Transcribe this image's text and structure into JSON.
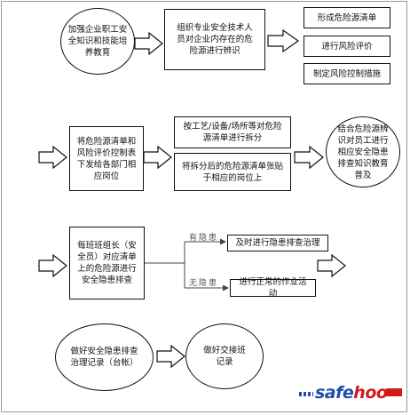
{
  "nodes": {
    "training": "加强企业职工安全知识和技能培养教育",
    "identify": "组织专业安全技术人员对企业内存在的危险源进行辨识",
    "form_list": "形成危险源清单",
    "risk_eval": "进行风险评价",
    "risk_measures": "制定风险控制措施",
    "send_list": "将危险源清单和风险评价控制表下发给各部门相应岗位",
    "split_list": "按工艺/设备/场所等对危险源清单进行拆分",
    "post_list": "将拆分后的危险源清单张贴于相应的岗位上",
    "staff_education": "结合危险源辨识对员工进行相应安全隐患排查知识教育普及",
    "shift_check": "每班班组长（安全员）对应清单上的危险源进行安全隐患排查",
    "fix_hazard": "及时进行隐患排查治理",
    "normal_work": "进行正常的作业活动",
    "record_ledger": "做好安全隐患排查治理记录（台帐）",
    "handover": "做好交接班记录"
  },
  "labels": {
    "has_hazard": "有隐患",
    "no_hazard": "无隐患"
  },
  "logo": {
    "text_main": "safe",
    "text_accent": "hoo"
  }
}
